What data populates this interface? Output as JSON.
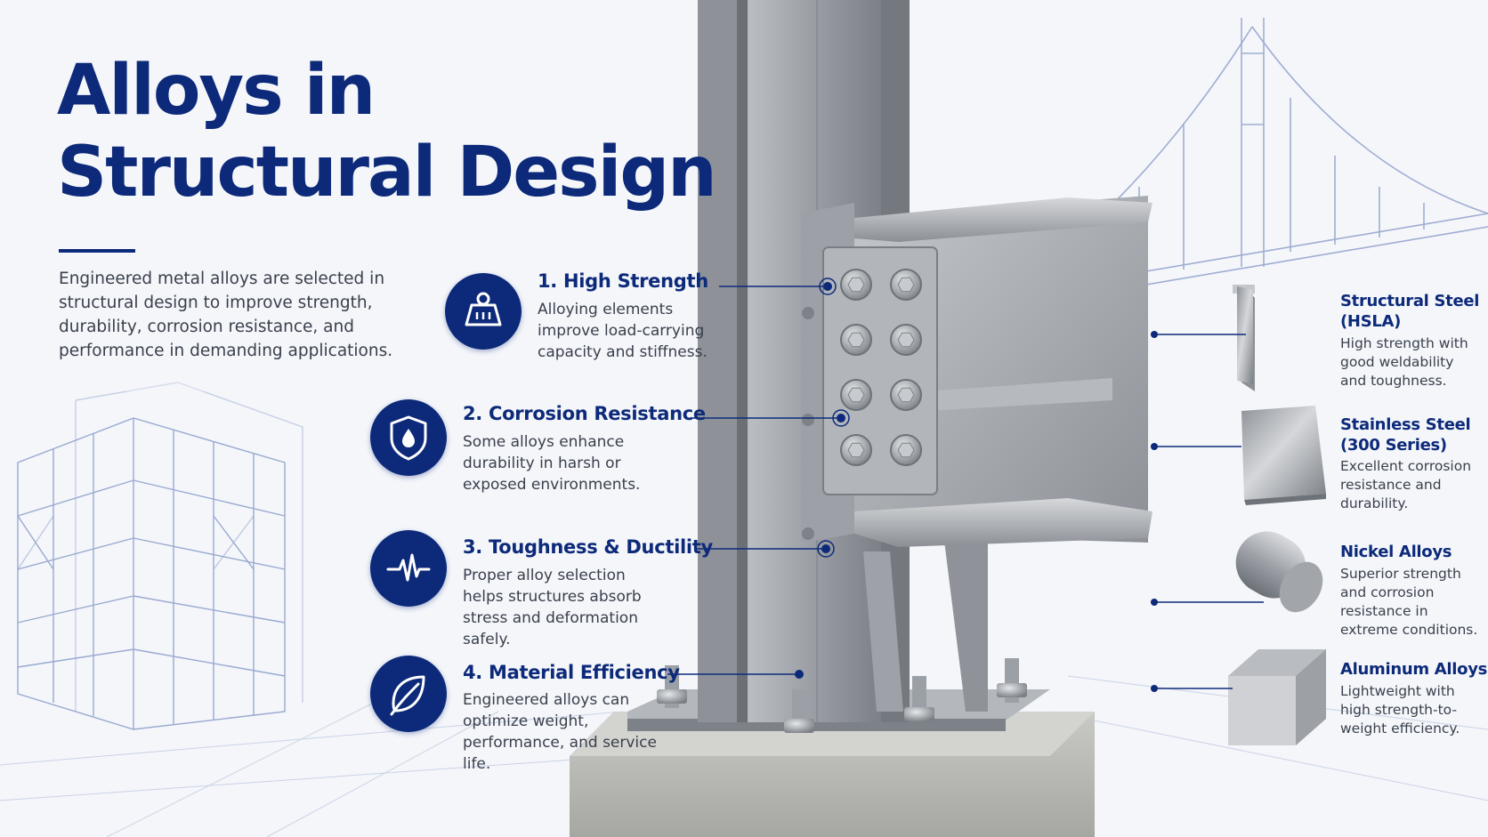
{
  "title": {
    "line1": "Alloys in",
    "line2": "Structural Design"
  },
  "intro": "Engineered metal alloys are selected in structural design to improve strength, durability, corrosion resistance, and performance in demanding applications.",
  "features": [
    {
      "title": "1. High Strength",
      "desc": "Alloying elements improve load-carrying capacity and stiffness.",
      "icon": "weight-icon"
    },
    {
      "title": "2. Corrosion Resistance",
      "desc": "Some alloys enhance durability in harsh or exposed environments.",
      "icon": "shield-drop-icon"
    },
    {
      "title": "3. Toughness & Ductility",
      "desc": "Proper alloy selection helps structures absorb stress and deformation safely.",
      "icon": "pulse-wave-icon"
    },
    {
      "title": "4. Material Efficiency",
      "desc": "Engineered alloys can optimize weight, performance, and service life.",
      "icon": "leaf-icon"
    }
  ],
  "materials": [
    {
      "title": "Structural Steel (HSLA)",
      "desc": "High strength with good weldability and toughness."
    },
    {
      "title": "Stainless Steel (300 Series)",
      "desc": "Excellent corrosion resistance and durability."
    },
    {
      "title": "Nickel Alloys",
      "desc": "Superior strength and corrosion resistance in extreme conditions."
    },
    {
      "title": "Aluminum Alloys",
      "desc": "Lightweight with high strength-to-weight efficiency."
    }
  ],
  "colors": {
    "primary": "#0d2a7a",
    "body_text": "#3a404c",
    "steel": "#a9adb3",
    "blueprint": "#8a9cc9"
  }
}
